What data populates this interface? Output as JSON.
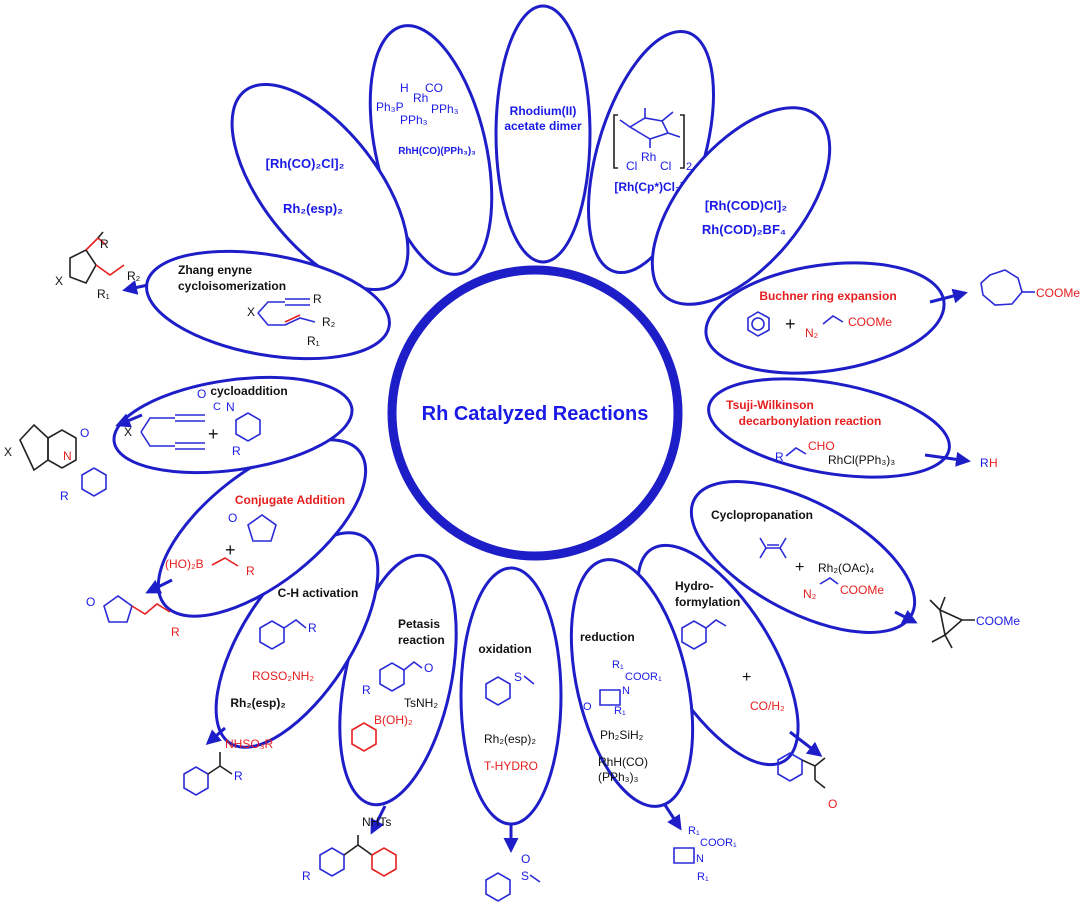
{
  "center": {
    "title": "Rh Catalyzed Reactions"
  },
  "catalysts": {
    "rhodium_acetate": {
      "line1": "Rhodium(II)",
      "line2": "acetate dimer"
    },
    "rhh_co": {
      "h": "H",
      "co": "CO",
      "ph3p": "Ph₃P",
      "rh": "Rh",
      "pph3_a": "PPh₃",
      "pph3_b": "PPh₃",
      "label": "RhH(CO)(PPh₃)₃"
    },
    "rh_co_cl": {
      "line1": "[Rh(CO)₂Cl]₂",
      "line2": "Rh₂(esp)₂"
    },
    "cp_star": {
      "cl1": "Cl",
      "rh": "Rh",
      "cl2": "Cl",
      "sub": "2",
      "label": "[Rh(Cp*)Cl₂]₂"
    },
    "cod": {
      "line1": "[Rh(COD)Cl]₂",
      "line2": "Rh(COD)₂BF₄"
    }
  },
  "reactions": {
    "buchner": {
      "title": "Buchner ring expansion",
      "plus": "+",
      "n2": "N₂",
      "ester": "COOMe",
      "product": "COOMe"
    },
    "tsuji": {
      "title_line1": "Tsuji-Wilkinson",
      "title_line2": "decarbonylation reaction",
      "r": "R",
      "cho": "CHO",
      "reagent": "RhCl(PPh₃)₃",
      "product_r": "R",
      "product_h": "H"
    },
    "cyclopropanation": {
      "title": "Cyclopropanation",
      "plus": "+",
      "catalyst": "Rh₂(OAc)₄",
      "n2": "N₂",
      "ester": "COOMe",
      "product": "COOMe"
    },
    "hydroformylation": {
      "title_line1": "Hydro-",
      "title_line2": "formylation",
      "plus": "+",
      "reagent": "CO/H₂",
      "product_o": "O"
    },
    "reduction": {
      "title": "reduction",
      "r1": "R₁",
      "coor1": "COOR₁",
      "o": "O",
      "n": "N",
      "nr1": "R₁",
      "silane": "Ph₂SiH₂",
      "cat_line1": "RhH(CO)",
      "cat_line2": "(PPh₃)₃",
      "p_r1": "R₁",
      "p_coor1": "COOR₁",
      "p_n": "N",
      "p_nr1": "R₁"
    },
    "oxidation": {
      "title": "oxidation",
      "s": "S",
      "catalyst": "Rh₂(esp)₂",
      "oxidant": "T-HYDRO",
      "p_o": "O",
      "p_s": "S"
    },
    "petasis": {
      "title_line1": "Petasis",
      "title_line2": "reaction",
      "r": "R",
      "o": "O",
      "amine": "TsNH₂",
      "boronic": "B(OH)₂",
      "p_nhts": "NHTs",
      "p_r": "R"
    },
    "ch_activation": {
      "title": "C-H activation",
      "r": "R",
      "reagent": "ROSO₂NH₂",
      "catalyst": "Rh₂(esp)₂",
      "p_nh": "NHSO₃R",
      "p_r": "R"
    },
    "conjugate": {
      "title": "Conjugate Addition",
      "o": "O",
      "plus": "+",
      "boron": "(HO)₂B",
      "r": "R",
      "p_o": "O",
      "p_r": "R"
    },
    "cycloaddition": {
      "title": "cycloaddition",
      "x": "X",
      "o": "O",
      "c": "C",
      "n": "N",
      "plus": "+",
      "r": "R",
      "p_x": "X",
      "p_o": "O",
      "p_n": "N",
      "p_r": "R"
    },
    "zhang": {
      "title_line1": "Zhang enyne",
      "title_line2": "cycloisomerization",
      "r": "R",
      "x": "X",
      "r2": "R₂",
      "r1": "R₁",
      "p_r": "R",
      "p_x": "X",
      "p_r2": "R₂",
      "p_r1": "R₁"
    }
  }
}
